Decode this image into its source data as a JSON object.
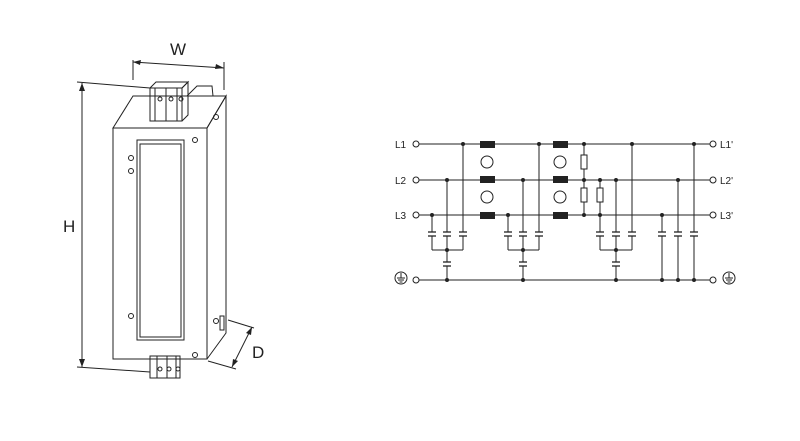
{
  "dimensions": {
    "width": "W",
    "height": "H",
    "depth": "D"
  },
  "terminals": {
    "inputs": [
      "L1",
      "L2",
      "L3"
    ],
    "outputs": [
      "L1'",
      "L2'",
      "L3'"
    ],
    "ground_symbol": "⏚"
  },
  "colors": {
    "line": "#222222",
    "background": "#ffffff"
  },
  "icons": [
    "ground-icon",
    "inductor-icon",
    "capacitor-icon",
    "resistor-icon"
  ]
}
